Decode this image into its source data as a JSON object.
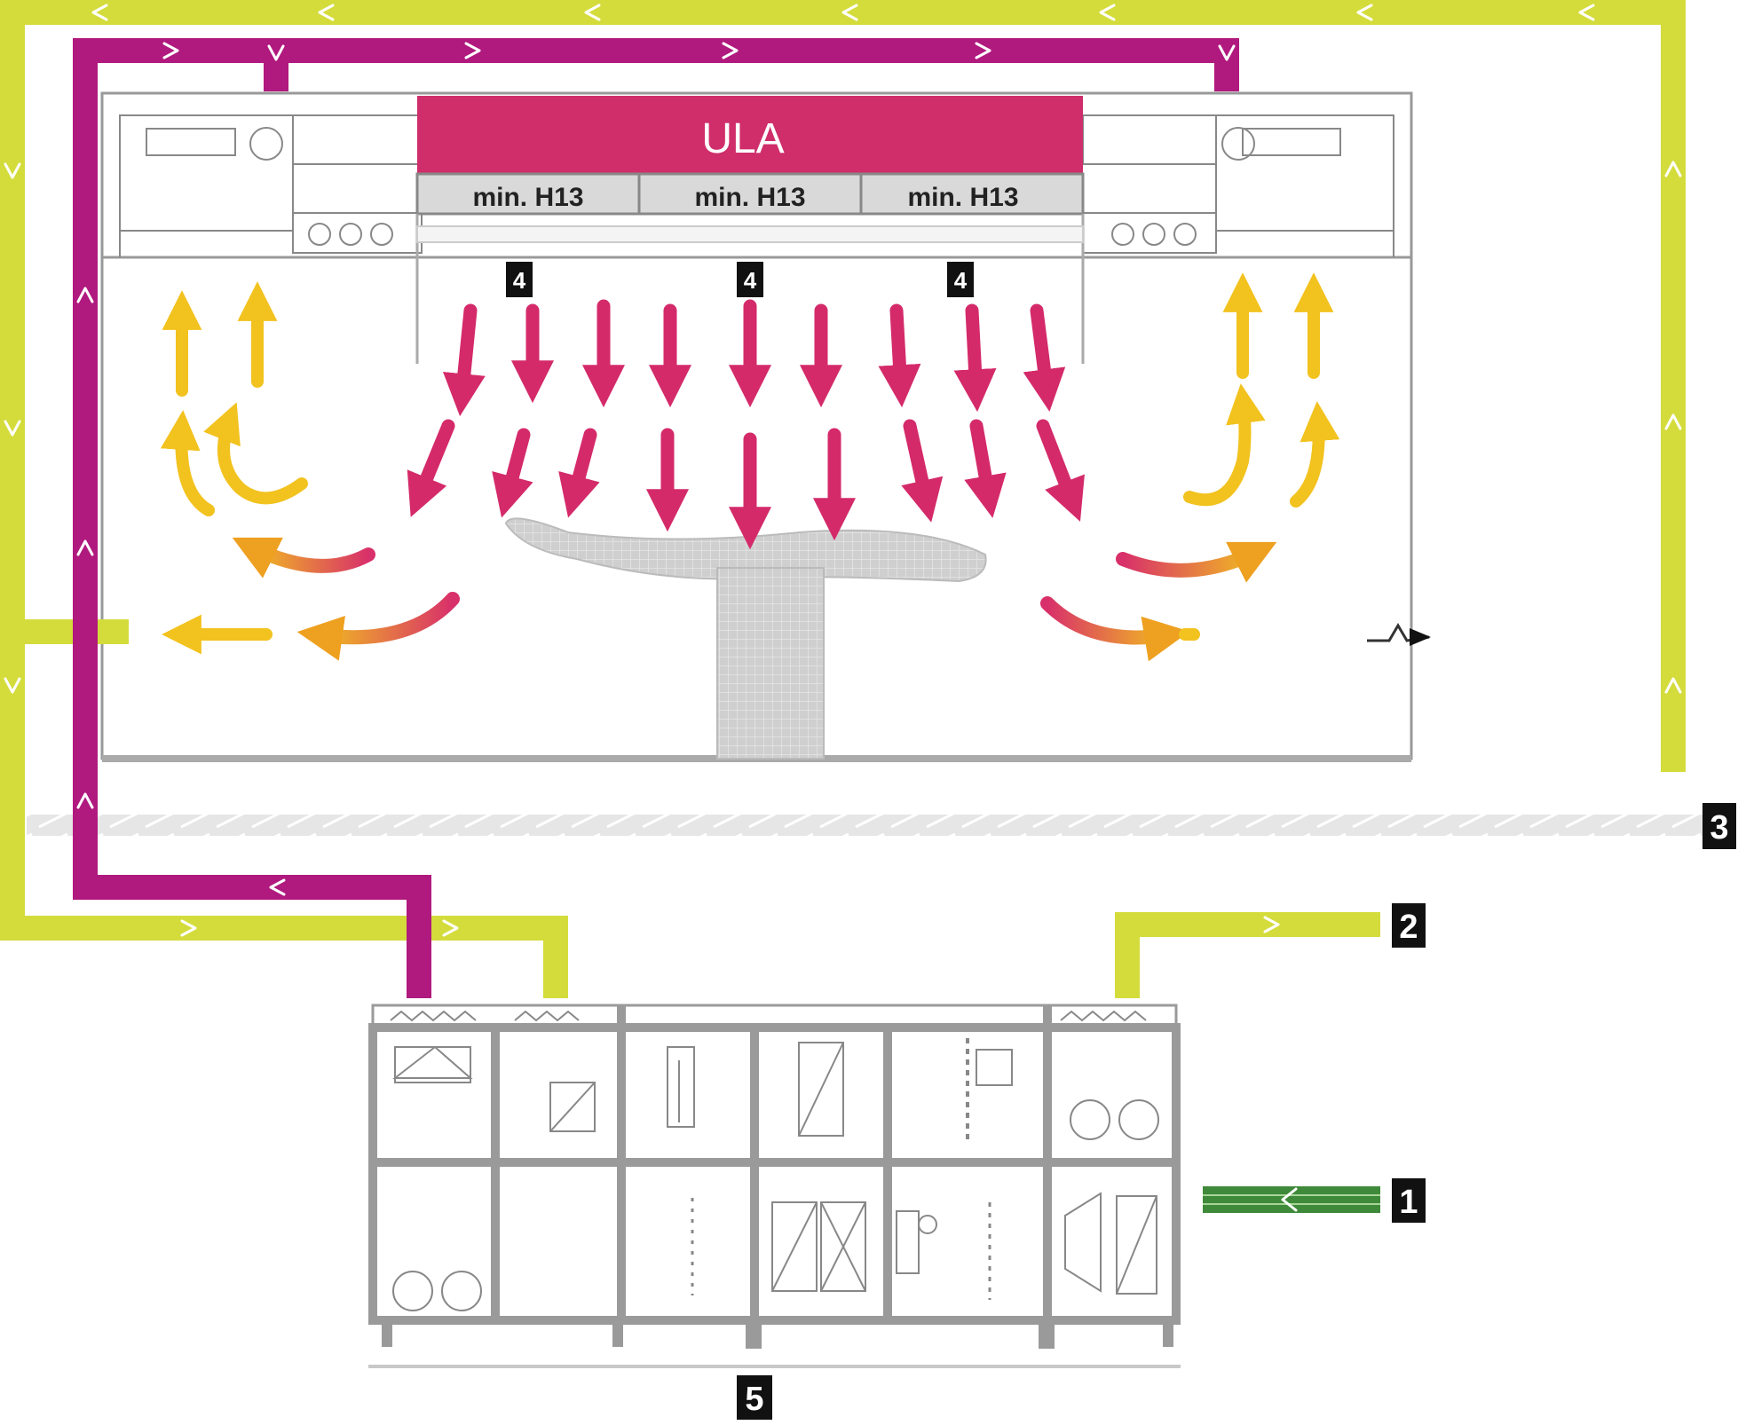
{
  "diagram": {
    "ula_label": "ULA",
    "filters": [
      "min. H13",
      "min. H13",
      "min. H13"
    ],
    "filter_markers": [
      "4",
      "4",
      "4"
    ],
    "callouts": {
      "outdoor_air_intake": "1",
      "exhaust_air": "2",
      "floor": "3",
      "air_handling_unit": "5"
    }
  },
  "colors": {
    "supply_duct": "#b0197e",
    "return_duct": "#d4dc3c",
    "outdoor_duct": "#3f8a3a",
    "ula_panel": "#cf2e6a",
    "downflow_arrow": "#d42a6a",
    "return_arrow": "#f2c21e",
    "mixing_arrow": "#e07a2e",
    "marker_bg": "#111111"
  },
  "icons": {
    "flow_chevron": "chevron-icon",
    "door": "door-icon",
    "operating_table": "operating-table-icon"
  }
}
